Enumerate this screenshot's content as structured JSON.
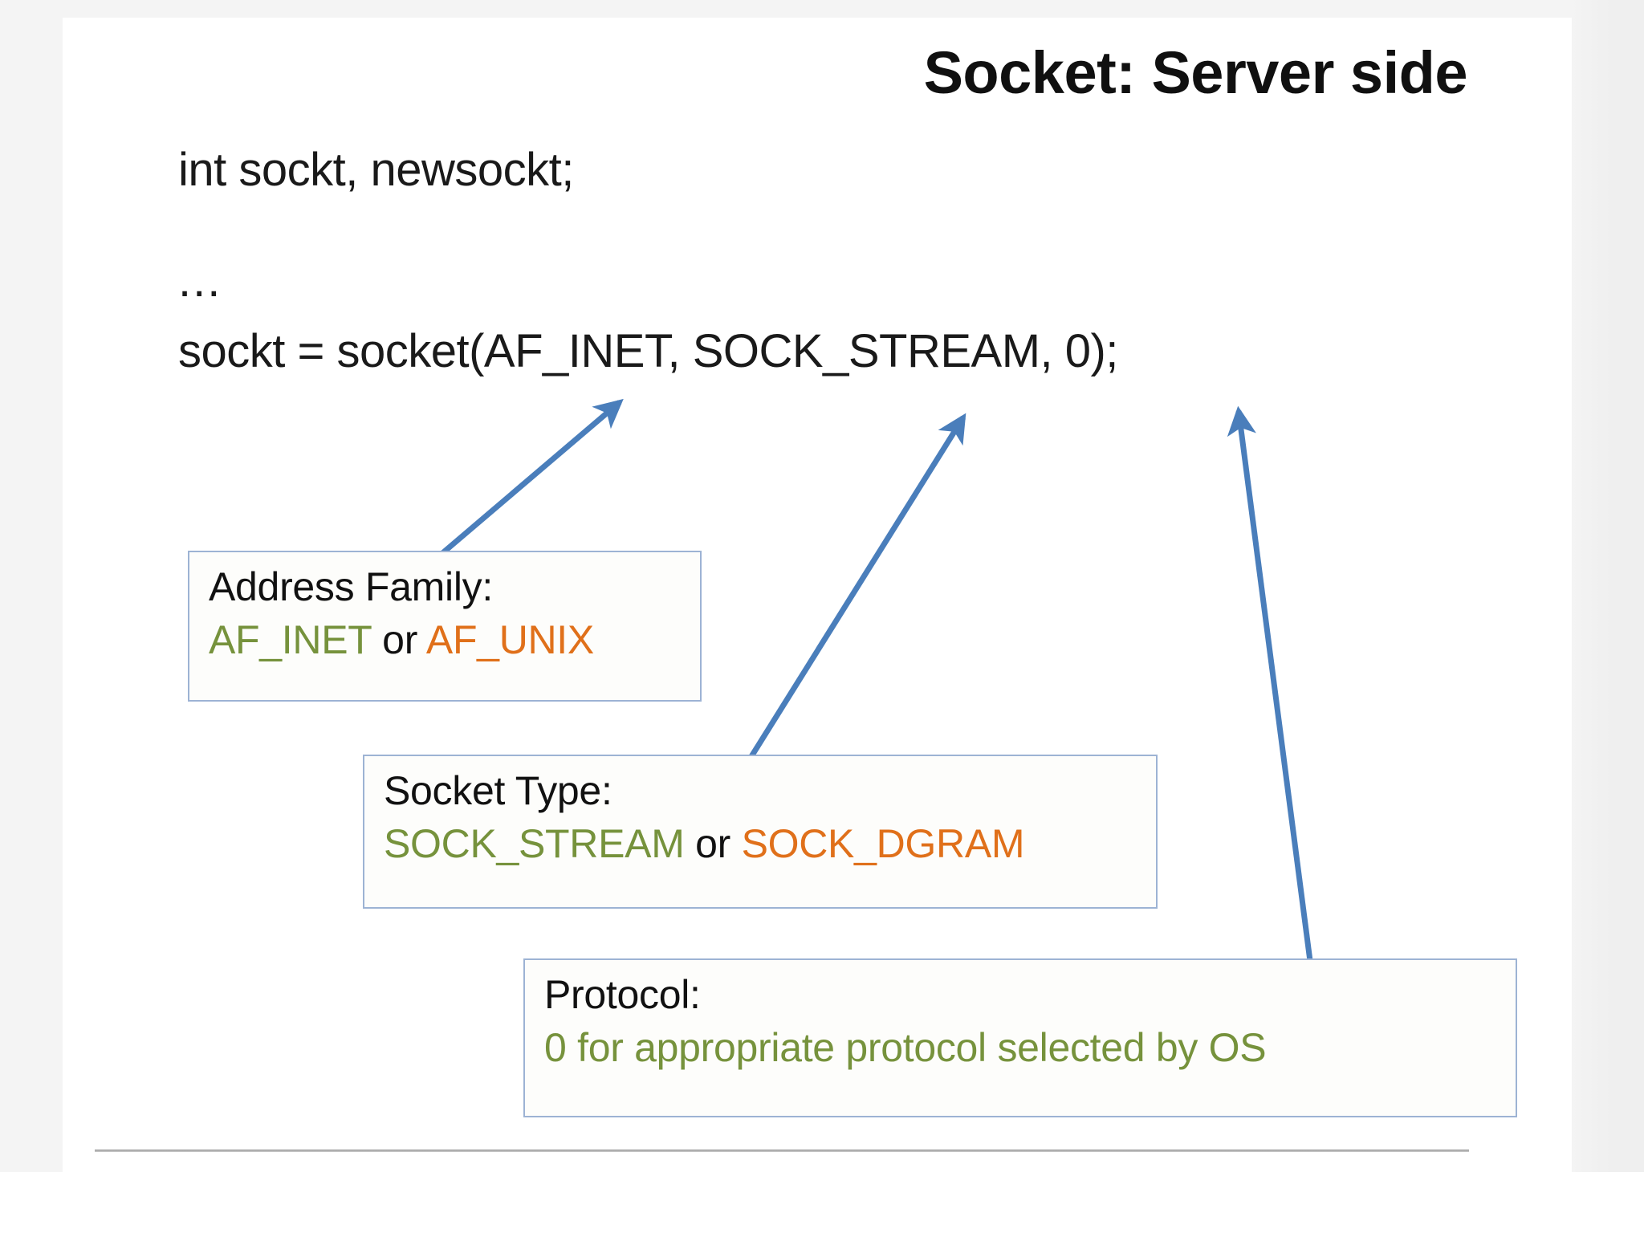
{
  "slide": {
    "title": "Socket: Server side",
    "code": {
      "declaration": "int sockt, newsockt;",
      "ellipsis": "...",
      "socket_call": "sockt = socket(AF_INET, SOCK_STREAM, 0);"
    },
    "callouts": [
      {
        "id": "address-family",
        "title": "Address Family:",
        "option_primary": "AF_INET",
        "separator": " or ",
        "option_secondary": "AF_UNIX"
      },
      {
        "id": "socket-type",
        "title": "Socket Type:",
        "option_primary": "SOCK_STREAM",
        "separator": " or ",
        "option_secondary": "SOCK_DGRAM"
      },
      {
        "id": "protocol",
        "title": "Protocol:",
        "option_primary": "0 for appropriate protocol selected by OS",
        "separator": "",
        "option_secondary": ""
      }
    ]
  },
  "colors": {
    "arrow": "#4a7ebb",
    "box_border": "#9db3d4",
    "green": "#76923c",
    "orange": "#e0701a",
    "text": "#111111",
    "rule": "#9a9a9a"
  }
}
